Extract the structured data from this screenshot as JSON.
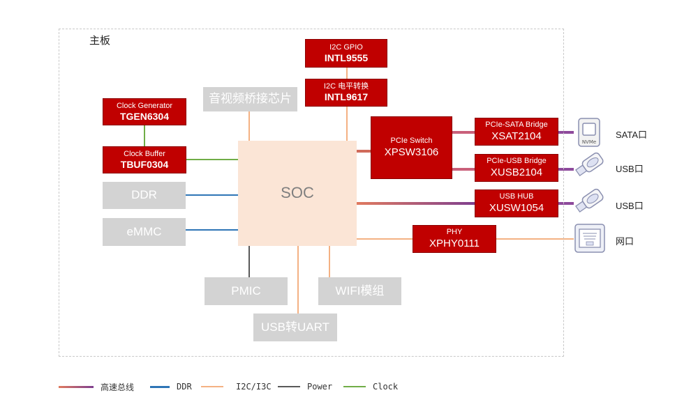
{
  "board": {
    "label": "主板"
  },
  "soc": {
    "label": "SOC"
  },
  "red_boxes": {
    "i2c_gpio": {
      "title": "I2C GPIO",
      "part": "INTL9555"
    },
    "i2c_level": {
      "title": "I2C 电平转换",
      "part": "INTL9617"
    },
    "clock_gen": {
      "title": "Clock Generator",
      "part": "TGEN6304"
    },
    "clock_buf": {
      "title": "Clock Buffer",
      "part": "TBUF0304"
    },
    "pcie_switch": {
      "title": "PCIe Switch",
      "part": "XPSW3106"
    },
    "pcie_sata": {
      "title": "PCIe-SATA Bridge",
      "part": "XSAT2104"
    },
    "pcie_usb": {
      "title": "PCIe-USB Bridge",
      "part": "XUSB2104"
    },
    "usb_hub": {
      "title": "USB HUB",
      "part": "XUSW1054"
    },
    "phy": {
      "title": "PHY",
      "part": "XPHY0111"
    }
  },
  "gray_boxes": {
    "av_bridge": "音视频桥接芯片",
    "ddr": "DDR",
    "emmc": "eMMC",
    "pmic": "PMIC",
    "wifi": "WIFI模组",
    "usb_uart": "USB转UART"
  },
  "ports": {
    "sata": "SATA口",
    "usb1": "USB口",
    "usb2": "USB口",
    "net": "网口",
    "nvme_text": "NVMe"
  },
  "legend": [
    {
      "label": "高速总线",
      "color": "#c0504d"
    },
    {
      "label": "DDR",
      "color": "#2e75b6"
    },
    {
      "label": "I2C/I3C",
      "color": "#f4b183"
    },
    {
      "label": "Power",
      "color": "#595959"
    },
    {
      "label": "Clock",
      "color": "#70ad47"
    }
  ],
  "colors": {
    "highspeed_start": "#e07a5f",
    "highspeed_end": "#7e3f8f",
    "ddr": "#2e75b6",
    "i2c": "#f4b183",
    "power": "#595959",
    "clock": "#70ad47",
    "red_box": "#c00000",
    "gray_box": "#d3d3d3",
    "soc_fill": "#fbe5d6"
  }
}
